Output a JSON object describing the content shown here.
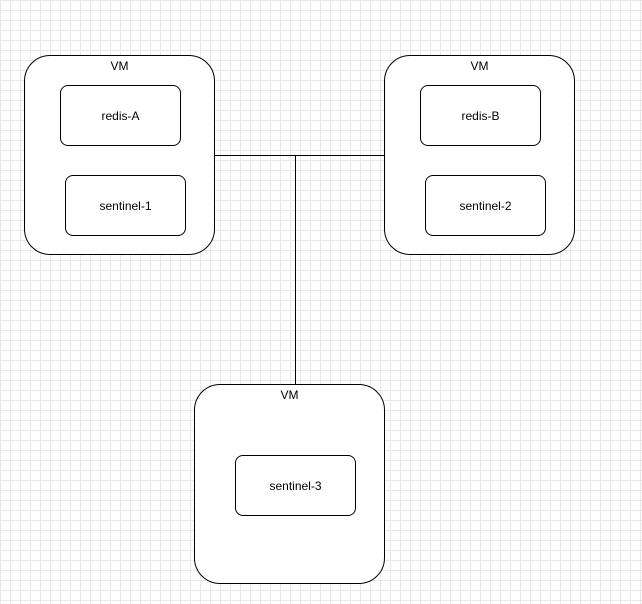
{
  "vms": [
    {
      "label": "VM",
      "nodes": [
        "redis-A",
        "sentinel-1"
      ]
    },
    {
      "label": "VM",
      "nodes": [
        "redis-B",
        "sentinel-2"
      ]
    },
    {
      "label": "VM",
      "nodes": [
        "sentinel-3"
      ]
    }
  ],
  "colors": {
    "stroke": "#000000",
    "grid": "#e8e8e8",
    "background": "#ffffff"
  }
}
